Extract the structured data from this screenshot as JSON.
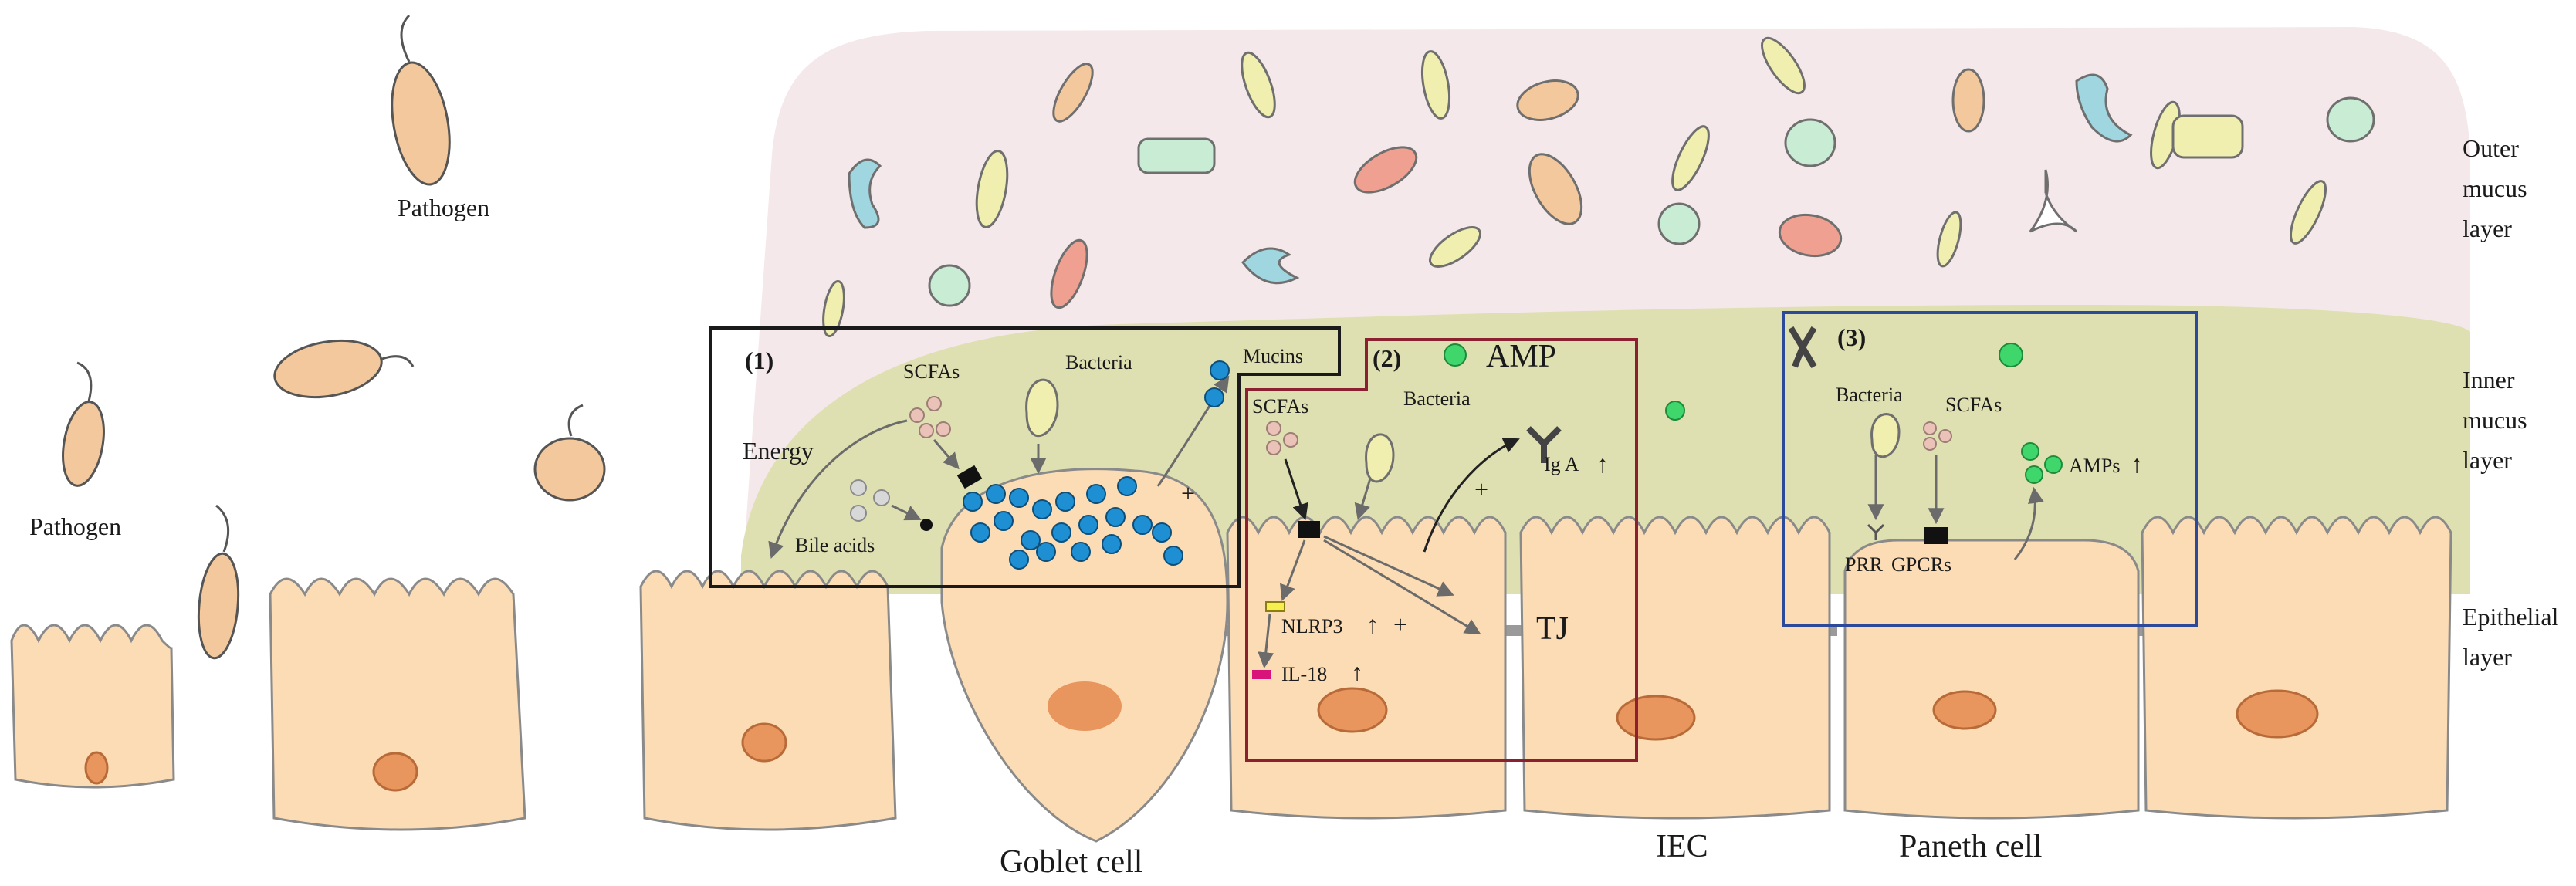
{
  "layer_labels": {
    "outer": [
      "Outer",
      "mucus",
      "layer"
    ],
    "inner": [
      "Inner",
      "mucus",
      "layer"
    ],
    "epithelial": [
      "Epithelial",
      "layer"
    ]
  },
  "pathogen_labels": [
    "Pathogen",
    "Pathogen"
  ],
  "panel1": {
    "number": "(1)",
    "scfas": "SCFAs",
    "bacteria": "Bacteria",
    "mucins": "Mucins",
    "energy": "Energy",
    "bile_acids": "Bile acids",
    "plus": "+"
  },
  "panel2": {
    "number": "(2)",
    "amp": "AMP",
    "scfas": "SCFAs",
    "bacteria": "Bacteria",
    "iga": "Ig A",
    "iga_up": "↑",
    "nlrp3": "NLRP3",
    "nlrp3_up": "↑",
    "il18": "IL-18",
    "il18_up": "↑",
    "tj": "TJ",
    "plus1": "+",
    "plus2": "+"
  },
  "panel3": {
    "number": "(3)",
    "bacteria": "Bacteria",
    "scfas": "SCFAs",
    "amps": "AMPs",
    "amps_up": "↑",
    "prr": "PRR",
    "gpcrs": "GPCRs"
  },
  "cell_labels": {
    "goblet": "Goblet cell",
    "iec": "IEC",
    "paneth": "Paneth cell"
  },
  "colors": {
    "outer_mucus": "#f4e8ea",
    "inner_mucus": "#dfe0b2",
    "cell_fill": "#fbdcb5",
    "nucleus": "#e8955e",
    "mucin_dot": "#1f8fd3",
    "amp_dot": "#3fd66b",
    "panel1_border": "#1a1a1a",
    "panel2_border": "#8a2030",
    "panel3_border": "#2d4a9a"
  }
}
